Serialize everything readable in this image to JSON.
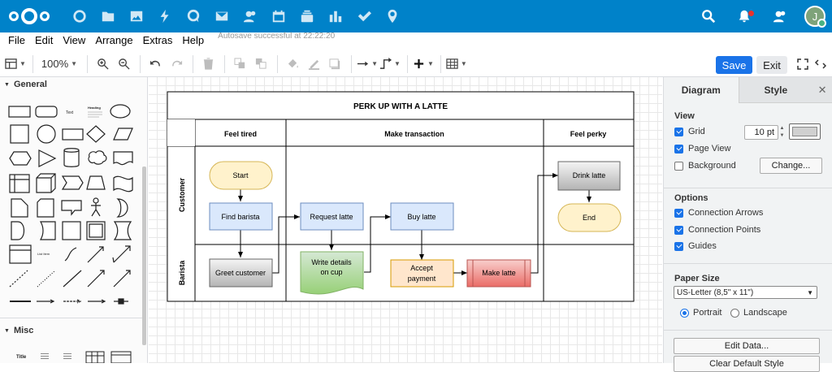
{
  "nav": {
    "apps": [
      "dashboard-icon",
      "files-icon",
      "photos-icon",
      "activity-icon",
      "talk-icon",
      "mail-icon",
      "contacts-icon",
      "calendar-icon",
      "deck-icon",
      "analytics-icon",
      "tasks-icon",
      "maps-icon"
    ],
    "avatar_initial": "J"
  },
  "menu": {
    "items": [
      "File",
      "Edit",
      "View",
      "Arrange",
      "Extras",
      "Help"
    ],
    "status": "Autosave successful at 22:22:20"
  },
  "toolbar": {
    "zoom": "100%",
    "save_label": "Save",
    "exit_label": "Exit"
  },
  "sidebar": {
    "general_title": "General",
    "misc_title": "Misc",
    "shape_labels": {
      "text": "Text",
      "heading": "Heading",
      "list_item": "List Item",
      "title": "Title"
    }
  },
  "diagram": {
    "title": "PERK UP WITH A LATTE",
    "columns": [
      "Feel tired",
      "Make transaction",
      "Feel perky"
    ],
    "lanes": [
      "Customer",
      "Barista"
    ],
    "nodes": {
      "start": "Start",
      "find_barista": "Find barista",
      "request_latte": "Request latte",
      "buy_latte": "Buy latte",
      "drink_latte": "Drink latte",
      "end": "End",
      "greet_customer": "Greet customer",
      "write_details_1": "Write details",
      "write_details_2": "on cup",
      "accept_payment_1": "Accept",
      "accept_payment_2": "payment",
      "make_latte": "Make latte"
    }
  },
  "panel": {
    "tabs": [
      "Diagram",
      "Style"
    ],
    "view_title": "View",
    "grid_label": "Grid",
    "grid_size": "10 pt",
    "page_view_label": "Page View",
    "background_label": "Background",
    "change_label": "Change...",
    "options_title": "Options",
    "connection_arrows_label": "Connection Arrows",
    "connection_points_label": "Connection Points",
    "guides_label": "Guides",
    "paper_size_title": "Paper Size",
    "paper_size_value": "US-Letter (8,5\" x 11\")",
    "portrait_label": "Portrait",
    "landscape_label": "Landscape",
    "edit_data_label": "Edit Data...",
    "clear_default_style_label": "Clear Default Style"
  },
  "colors": {
    "topbar": "#0082c9",
    "accent": "#1a73e8",
    "start_fill": "#fff2cc",
    "blue_fill": "#dae8fc",
    "grey_fill": "#d5d5d5",
    "green_fill": "#a9d18e",
    "orange_fill": "#ffe6cc",
    "red_fill": "#f19c99"
  }
}
